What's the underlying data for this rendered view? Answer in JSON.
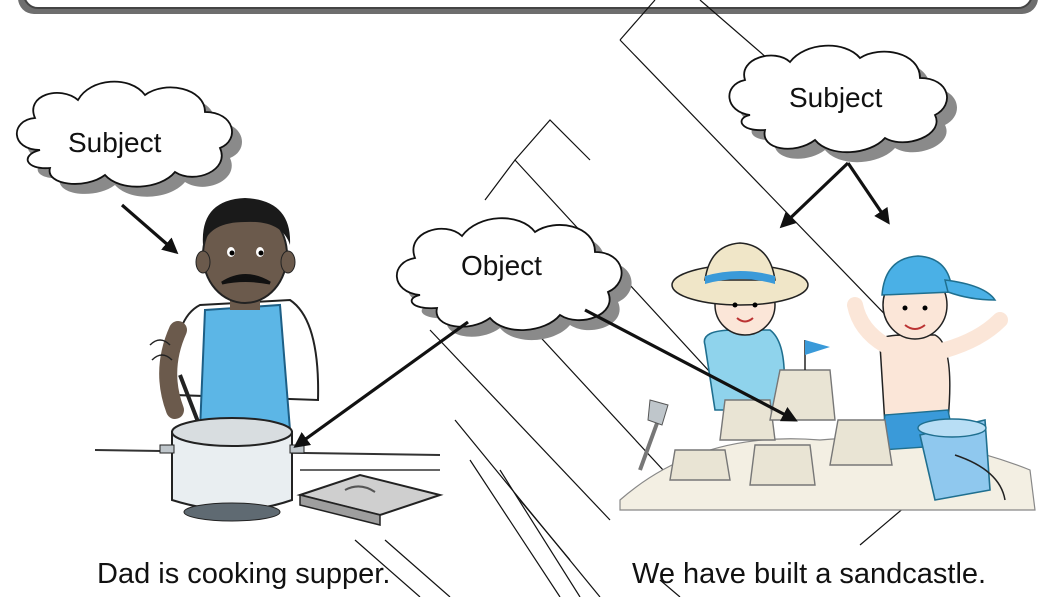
{
  "labels": {
    "subject_left": "Subject",
    "subject_right": "Subject",
    "object": "Object"
  },
  "captions": {
    "left": "Dad is cooking supper.",
    "right": "We have built a sandcastle."
  },
  "colors": {
    "banner": "#6e6e6e",
    "cloud_fill": "#ffffff",
    "cloud_shadow": "#8a8a8a",
    "apron": "#5cb6e6",
    "skin_dad": "#6b5a4c",
    "hat_band": "#3a9ad9",
    "bucket": "#8fc8ee"
  },
  "illustrations": {
    "left": "man-cooking-at-stove",
    "right": "children-building-sandcastle"
  }
}
